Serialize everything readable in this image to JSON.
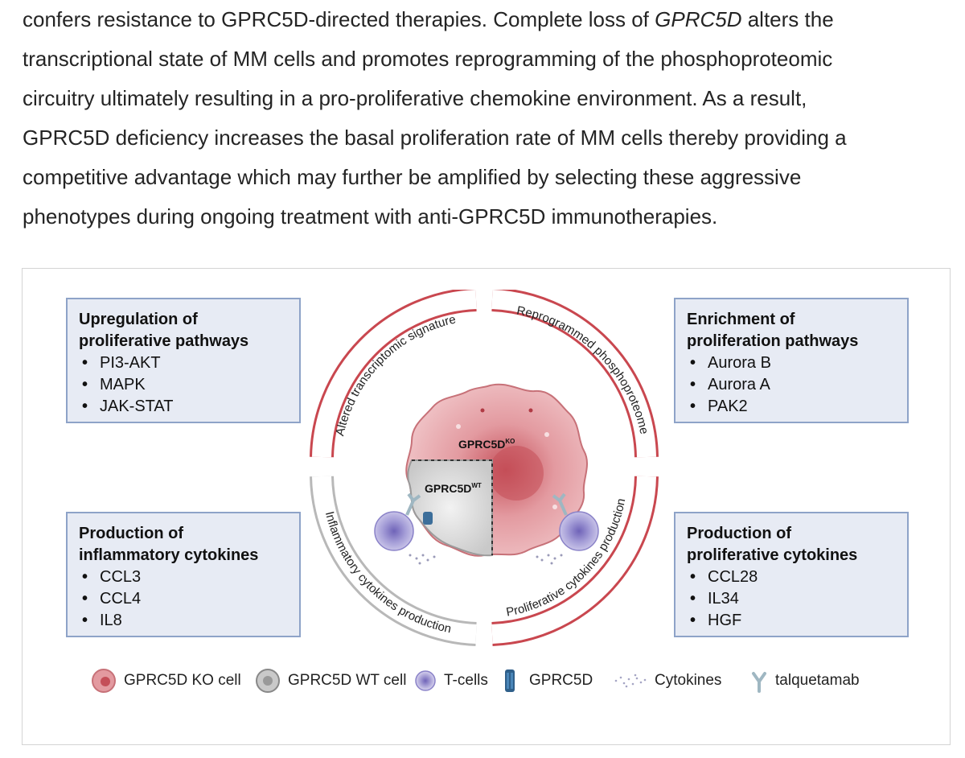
{
  "paragraph": {
    "line1_a": "confers resistance to GPRC5D-directed therapies. Complete loss of ",
    "line1_em": "GPRC5D",
    "line1_b": " alters the",
    "line2": "transcriptional state of MM cells and promotes reprogramming of the phosphoproteomic",
    "line3": "circuitry ultimately resulting in a pro-proliferative chemokine environment. As a result,",
    "line4": "GPRC5D deficiency increases the basal proliferation rate of MM cells thereby providing a",
    "line5": "competitive advantage which may further be amplified by selecting these aggressive",
    "line6": "phenotypes during ongoing treatment with anti-GPRC5D immunotherapies."
  },
  "figure": {
    "boxes": {
      "top_left": {
        "title1": "Upregulation of",
        "title2": "proliferative  pathways",
        "items": [
          "PI3-AKT",
          "MAPK",
          "JAK-STAT"
        ]
      },
      "top_right": {
        "title1": "Enrichment of",
        "title2": "proliferation pathways",
        "items": [
          "Aurora B",
          "Aurora A",
          "PAK2"
        ]
      },
      "bottom_left": {
        "title1": "Production of",
        "title2": "inflammatory cytokines",
        "items": [
          "CCL3",
          "CCL4",
          "IL8"
        ]
      },
      "bottom_right": {
        "title1": "Production of",
        "title2": "proliferative cytokines",
        "items": [
          "CCL28",
          "IL34",
          "HGF"
        ]
      }
    },
    "arcs": {
      "top_left": "Altered transcriptomic signature",
      "top_right": "Reprogrammed phosphoproteome",
      "bottom_left": "Inflammatory cytokines production",
      "bottom_right": "Proliferative cytokines production"
    },
    "cell_labels": {
      "ko_base": "GPRC5D",
      "ko_sup": "KO",
      "wt_base": "GPRC5D",
      "wt_sup": "WT"
    },
    "legend": {
      "ko_cell": "GPRC5D KO cell",
      "wt_cell": "GPRC5D WT cell",
      "tcells": "T-cells",
      "gprc5d": "GPRC5D",
      "cytokines": "Cytokines",
      "talquetamab": "talquetamab"
    },
    "colors": {
      "box_fill": "#e7ebf4",
      "box_border": "#8ea3c8",
      "ko_cell": "#d9888f",
      "wt_cell": "#d0d0d0",
      "tcell": "#a9a3d6",
      "arc_red": "#c9474f",
      "arc_gray": "#b8b8b8"
    }
  }
}
